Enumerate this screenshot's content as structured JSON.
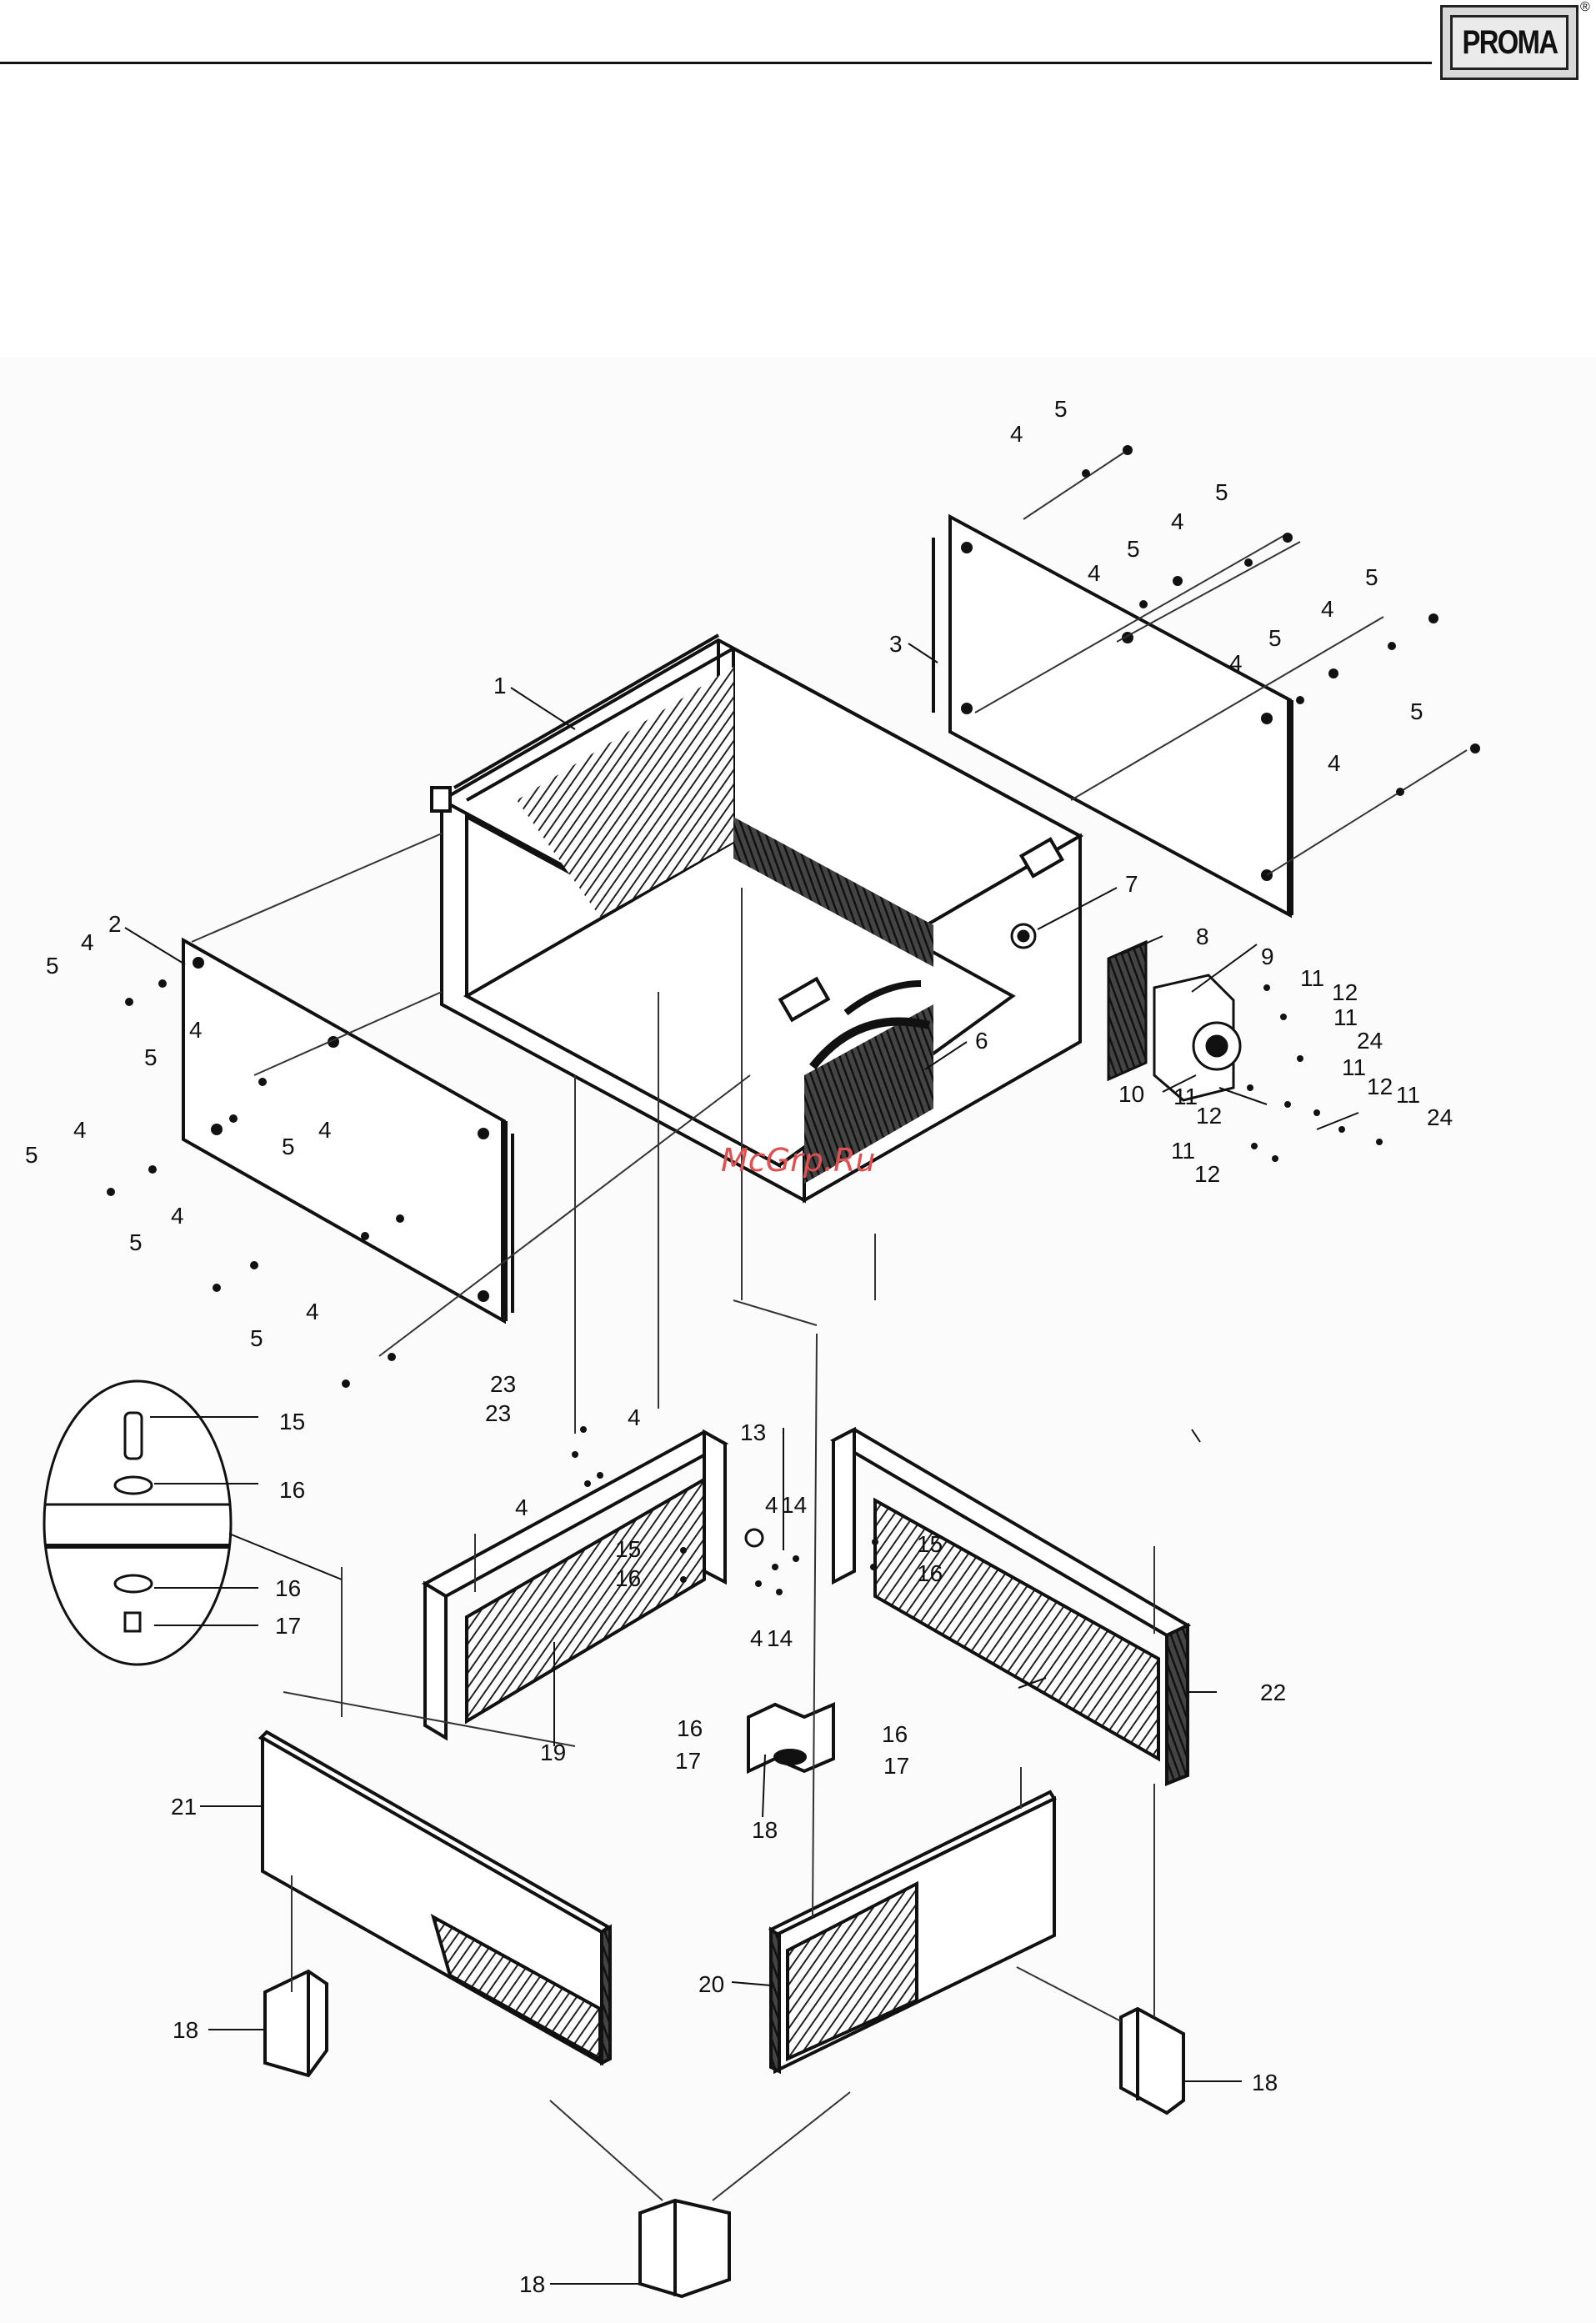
{
  "header": {
    "brand_logo": "PROMA",
    "registered_mark": "®"
  },
  "watermark": "McGrp.Ru",
  "callout_labels": [
    "1",
    "2",
    "3",
    "4",
    "5",
    "6",
    "7",
    "8",
    "9",
    "10",
    "11",
    "12",
    "13",
    "14",
    "15",
    "16",
    "17",
    "18",
    "19",
    "20",
    "21",
    "22",
    "23",
    "24"
  ],
  "colors": {
    "ink": "#111111",
    "watermark": "#e05050",
    "logo_fill": "#e0e0e0"
  }
}
